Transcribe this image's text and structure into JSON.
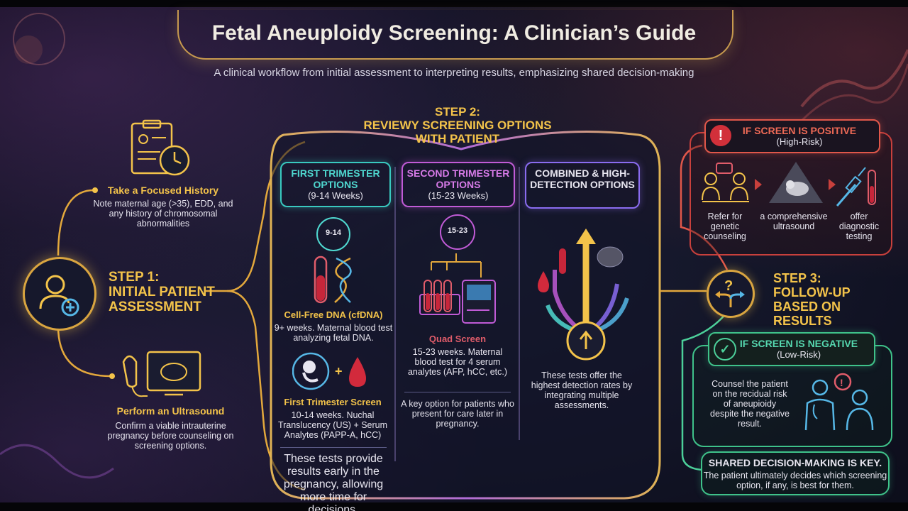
{
  "header": {
    "title": "Fetal Aneuploidy Screening: A Clinician’s Guide",
    "subtitle": "A clinical workflow from initial assessment to interpreting results, emphasizing shared decision-making"
  },
  "step1": {
    "label": "STEP 1:",
    "title": "INITIAL PATIENT ASSESSMENT",
    "history": {
      "heading": "Take a Focused History",
      "text": "Note maternal age (>35), EDD, and any history of chromosomal abnormalities"
    },
    "ultrasound": {
      "heading": "Perform an Ultrasound",
      "text": "Confirm a viable intrauterine pregnancy before counseling on screening options."
    }
  },
  "step2": {
    "label": "STEP 2:",
    "title": "REVIEWY SCREENING OPTIONS WITH PATIENT",
    "columns": [
      {
        "title": "FIRST TRIMESTER OPTIONS",
        "weeks": "(9-14 Weeks)",
        "clock": "9-14",
        "tests": [
          {
            "name": "Cell-Free DNA (cfDNA)",
            "text": "9+ weeks. Maternal blood test analyzing fetal DNA."
          },
          {
            "name": "First Trimester Screen",
            "text": "10-14 weeks. Nuchal Translucency (US) + Serum Analytes (PAPP-A, hCC)"
          }
        ],
        "summary": "These tests provide results early in the pregnancy, allowing more time for decisions."
      },
      {
        "title": "SECOND TRIMESTER OPTIONS",
        "weeks": "(15-23 Weeks)",
        "clock": "15-23",
        "tests": [
          {
            "name": "Quad Screen",
            "text": "15-23 weeks. Maternal blood test for 4 serum analytes (AFP, hCC, etc.)"
          }
        ],
        "summary": "A key option for patients who present for care later in pregnancy."
      },
      {
        "title": "COMBINED & HIGH-DETECTION OPTIONS",
        "summary": "These tests offer the highest detection rates by integrating multiple assessments."
      }
    ]
  },
  "step3": {
    "label": "STEP 3:",
    "title": "FOLLOW-UP BASED ON RESULTS",
    "positive": {
      "title": "IF SCREEN IS POSITIVE",
      "risk": "(High-Risk)",
      "actions": [
        "Refer for genetic counseling",
        "a comprehensive ultrasound",
        "offer diagnostic testing"
      ]
    },
    "negative": {
      "title": "IF SCREEN IS NEGATIVE",
      "risk": "(Low-Risk)",
      "text": "Counsel the patient on the recidual risk of aneupioidy despite the negative result."
    },
    "shared": {
      "heading": "SHARED DECISION-MAKING IS KEY.",
      "text": "The patient ultimately decides which screening option, if any, is best for them."
    }
  }
}
